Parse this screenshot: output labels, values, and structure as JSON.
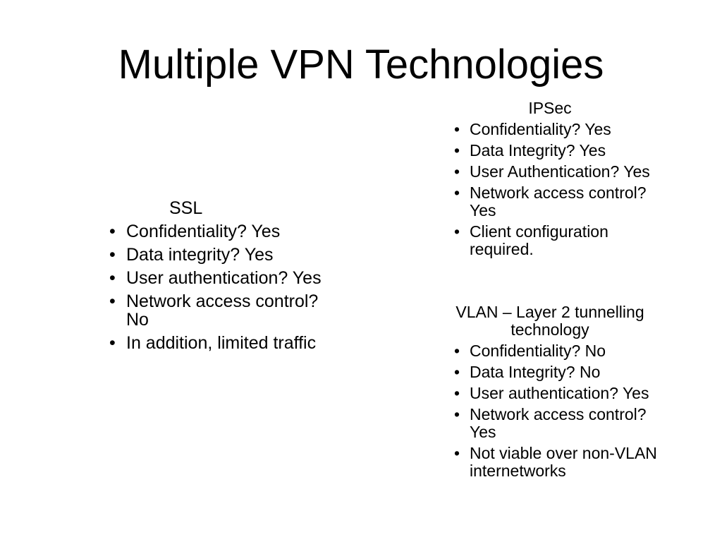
{
  "title": "Multiple VPN Technologies",
  "ssl": {
    "heading": "SSL",
    "items": [
      "Confidentiality? Yes",
      "Data integrity? Yes",
      "User authentication? Yes",
      "Network access control? No",
      "In addition, limited traffic"
    ]
  },
  "ipsec": {
    "heading": "IPSec",
    "items": [
      "Confidentiality? Yes",
      "Data Integrity? Yes",
      "User Authentication? Yes",
      "Network access control? Yes",
      "Client configuration required."
    ]
  },
  "vlan": {
    "heading": "VLAN – Layer 2 tunnelling technology",
    "items": [
      "Confidentiality? No",
      "Data Integrity? No",
      "User authentication? Yes",
      "Network access control? Yes",
      "Not viable over non-VLAN internetworks"
    ]
  }
}
